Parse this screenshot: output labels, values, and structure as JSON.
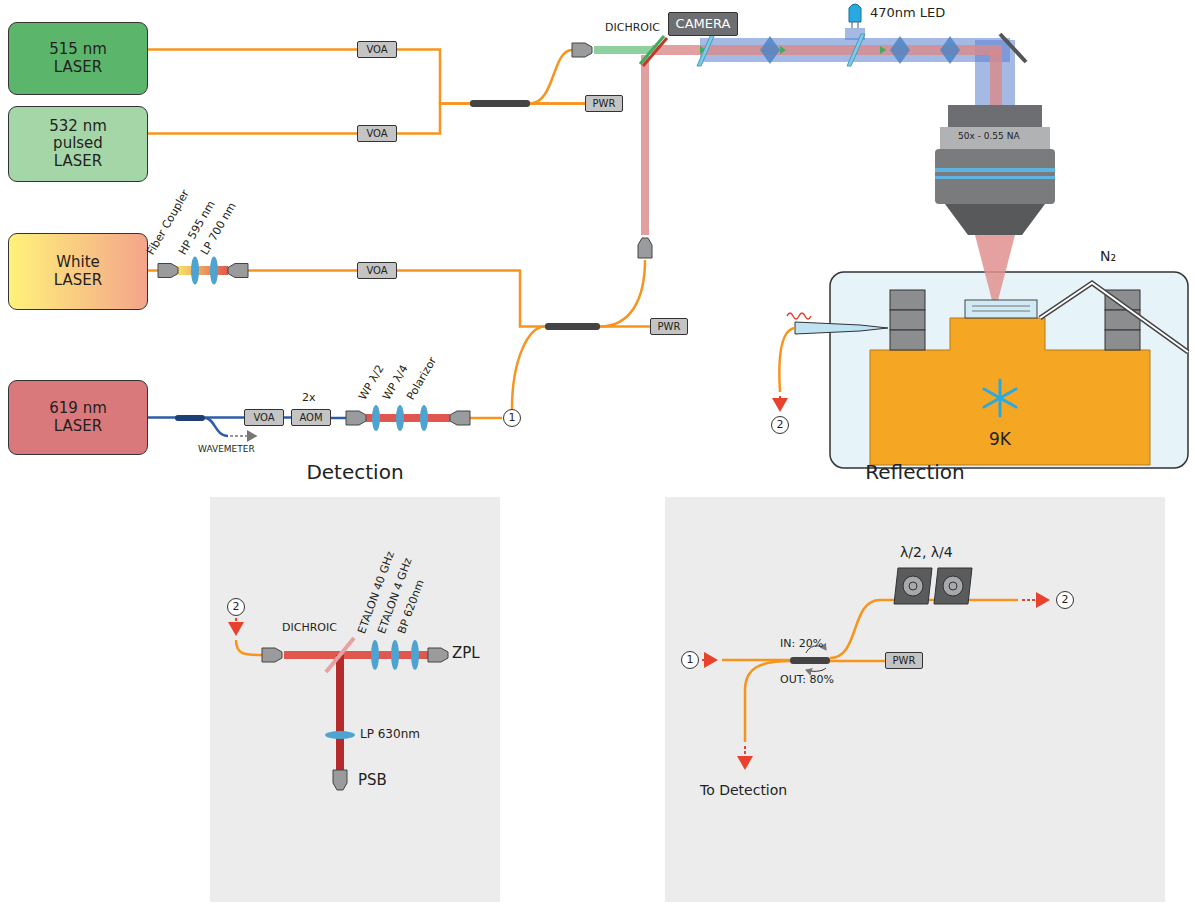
{
  "diagram": {
    "nodes": [
      {
        "text": [
          "515 nm LASER"
        ]
      },
      {
        "text": [
          "532 nm pulsed LASER"
        ]
      },
      {
        "text": [
          "VOA"
        ]
      },
      {
        "text": [
          "VOA"
        ]
      },
      {
        "text": [
          "PWR"
        ]
      },
      {
        "text": [
          "CAMERA"
        ]
      },
      {
        "text": [
          "White LASER"
        ]
      },
      {
        "text": [
          "VOA"
        ]
      },
      {
        "text": [
          "PWR"
        ]
      },
      {
        "text": [
          "619 nm LASER"
        ]
      },
      {
        "text": [
          "VOA"
        ]
      },
      {
        "text": [
          "AOM"
        ]
      },
      {
        "text": [
          "9K"
        ]
      },
      {
        "text": [
          "Detection"
        ]
      },
      {
        "text": [
          "Reflection"
        ]
      },
      {
        "text": [
          "PWR"
        ],
        "in": 14
      }
    ],
    "edges": [
      {
        "from": 0,
        "to": 2,
        "arrow": "none"
      },
      {
        "from": 1,
        "to": 3,
        "arrow": "none"
      },
      {
        "from": 2,
        "to": 4,
        "arrow": "none"
      },
      {
        "from": 3,
        "to": 4,
        "arrow": "none"
      },
      {
        "from": 6,
        "to": 7,
        "arrow": "none"
      },
      {
        "from": 7,
        "to": 8,
        "arrow": "none"
      },
      {
        "from": 9,
        "to": 10,
        "arrow": "none"
      },
      {
        "from": 10,
        "to": 11,
        "arrow": "none"
      }
    ],
    "labels": [
      "DICHROIC",
      "470nm LED",
      "50x - 0.55 NA",
      "N₂",
      "Fiber Coupler",
      "HP 595 nm",
      "LP 700 nm",
      "2x",
      "WP λ/2",
      "WP λ/4",
      "Polarizor",
      "1",
      "WAVEMETER",
      "2",
      "2",
      "DICHROIC",
      "ETALON 40 GHz",
      "ETALON 4 GHz",
      "BP 620nm",
      "ZPL",
      "LP 630nm",
      "PSB",
      "λ/2, λ/4",
      "2",
      "1",
      "IN: 20%",
      "OUT: 80%",
      "To Detection"
    ]
  }
}
